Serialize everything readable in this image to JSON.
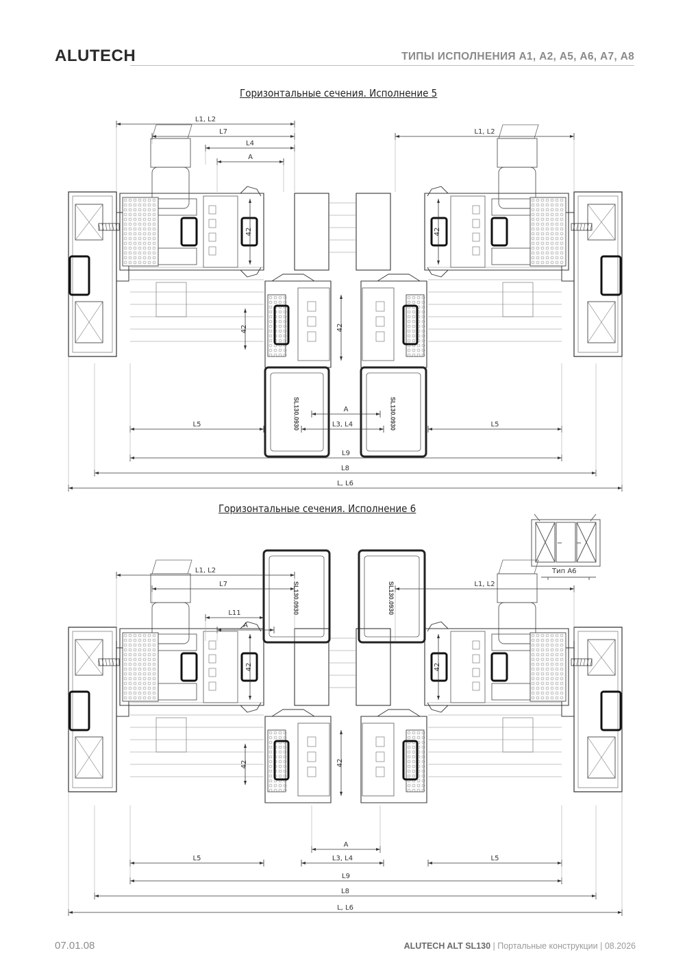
{
  "header": {
    "brand": "ALUTECH",
    "title": "ТИПЫ ИСПОЛНЕНИЯ А1, А2, А5, А6, А7, А8"
  },
  "sections": [
    {
      "title": "Горизонтальные сечения. Исполнение 5",
      "labels": {
        "l1l2_left": "L1, L2",
        "l7": "L7",
        "l4": "L4",
        "a_top": "A",
        "l1l2_right": "L1, L2",
        "h42_a": "42",
        "h42_b": "42",
        "h42_c": "42",
        "h42_d": "42",
        "code_left": "SL130.0930",
        "code_right": "SL130.0930",
        "a_bottom": "A",
        "l3l4": "L3, L4",
        "l5_left": "L5",
        "l5_right": "L5",
        "l9": "L9",
        "l8": "L8",
        "l_l6": "L, L6"
      }
    },
    {
      "title": "Горизонтальные сечения. Исполнение 6",
      "labels": {
        "l1l2_left": "L1, L2",
        "l7": "L7",
        "l11": "L11",
        "a_top": "A",
        "l1l2_right": "L1, L2",
        "h42_a": "42",
        "h42_b": "42",
        "h42_c": "42",
        "h42_d": "42",
        "code_left": "SL130.0930",
        "code_right": "SL130.0930",
        "a_bottom": "A",
        "l3l4": "L3, L4",
        "l5_left": "L5",
        "l5_right": "L5",
        "l9": "L9",
        "l8": "L8",
        "l_l6": "L, L6"
      }
    }
  ],
  "legend": {
    "label": "Тип А6"
  },
  "footer": {
    "page_number": "07.01.08",
    "product": "ALUTECH ALT SL130",
    "separator1": " | ",
    "category": "Портальные конструкции",
    "separator2": " | ",
    "date": "08.2026"
  }
}
